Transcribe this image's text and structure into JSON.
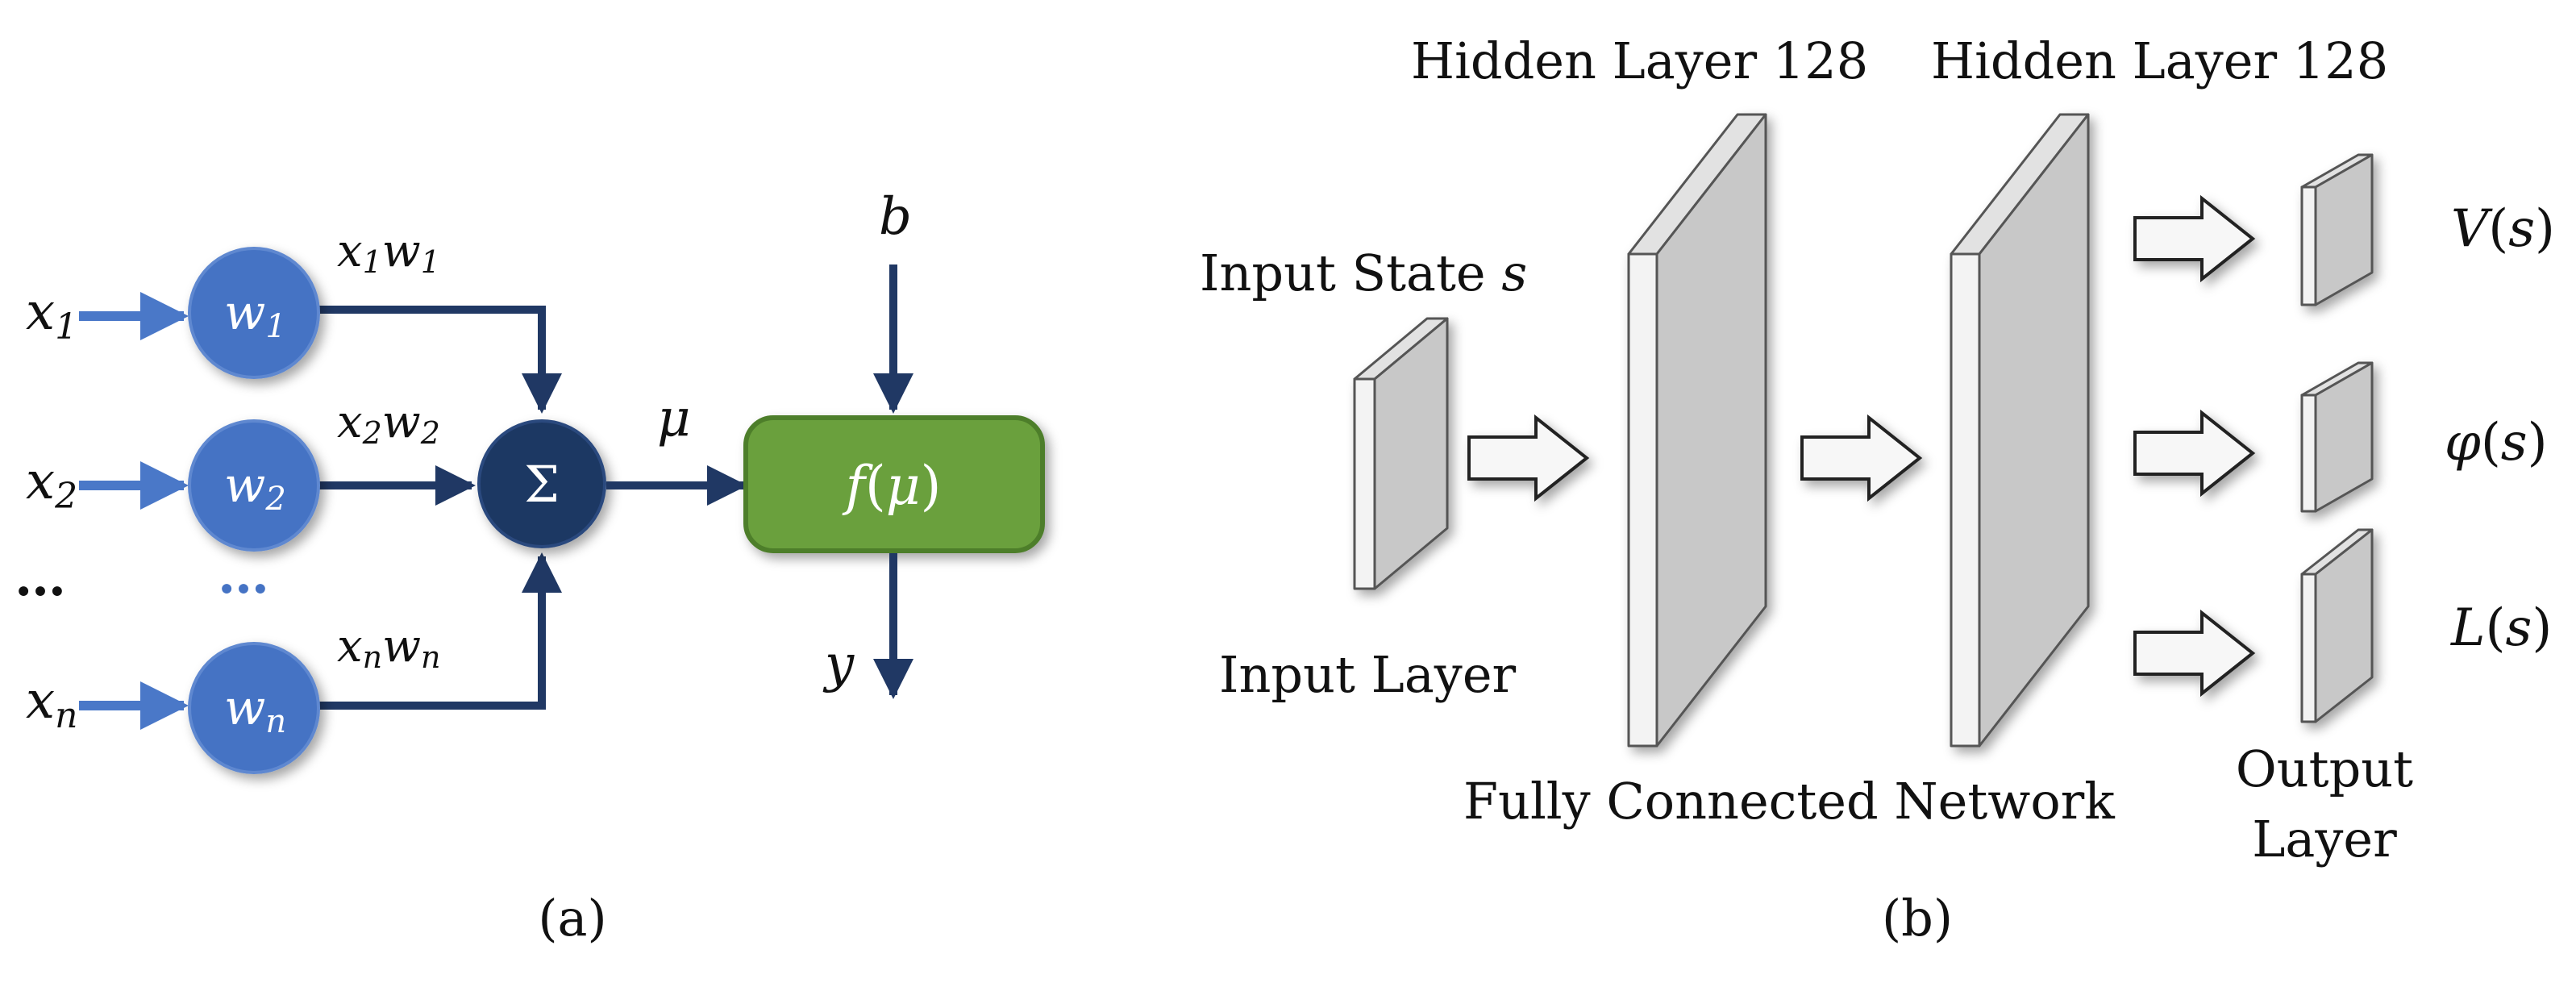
{
  "colors": {
    "node_fill": "#4573c4",
    "node_stroke": "#3a63ad",
    "input_arrow": "#4a78c8",
    "sum_fill": "#1f3864",
    "line": "#203864",
    "act_fill": "#6aa03c",
    "act_stroke": "#4e7e2a",
    "layer_front": "#f3f3f3",
    "layer_side": "#c8c8c8",
    "layer_top": "#e2e2e2"
  },
  "panel_a": {
    "caption": "(a)",
    "inputs": [
      {
        "var": "x",
        "sub": "1"
      },
      {
        "var": "x",
        "sub": "2"
      },
      {
        "var": "x",
        "sub": "n"
      }
    ],
    "ellipsis_left": "…",
    "ellipsis_mid": "…",
    "weights": [
      {
        "var": "w",
        "sub": "1"
      },
      {
        "var": "w",
        "sub": "2"
      },
      {
        "var": "w",
        "sub": "n"
      }
    ],
    "products": [
      {
        "x": "x",
        "xs": "1",
        "w": "w",
        "ws": "1"
      },
      {
        "x": "x",
        "xs": "2",
        "w": "w",
        "ws": "2"
      },
      {
        "x": "x",
        "xs": "n",
        "w": "w",
        "ws": "n"
      }
    ],
    "sum_symbol": "Σ",
    "mu_label": "μ",
    "activation": {
      "f": "f",
      "open": "(",
      "arg": "μ",
      "close": ")"
    },
    "bias_label": "b",
    "output_label": "y"
  },
  "panel_b": {
    "caption": "(b)",
    "input_state": {
      "text": "Input State ",
      "var": "s"
    },
    "input_layer": "Input Layer",
    "hidden1": "Hidden Layer 128",
    "hidden2": "Hidden Layer 128",
    "fc_label": "Fully Connected Network",
    "output_line1": "Output",
    "output_line2": "Layer",
    "outputs": [
      {
        "fn": "V",
        "open": "(",
        "arg": "s",
        "close": ")"
      },
      {
        "fn": "φ",
        "open": "(",
        "arg": "s",
        "close": ")"
      },
      {
        "fn": "L",
        "open": "(",
        "arg": "s",
        "close": ")"
      }
    ]
  }
}
